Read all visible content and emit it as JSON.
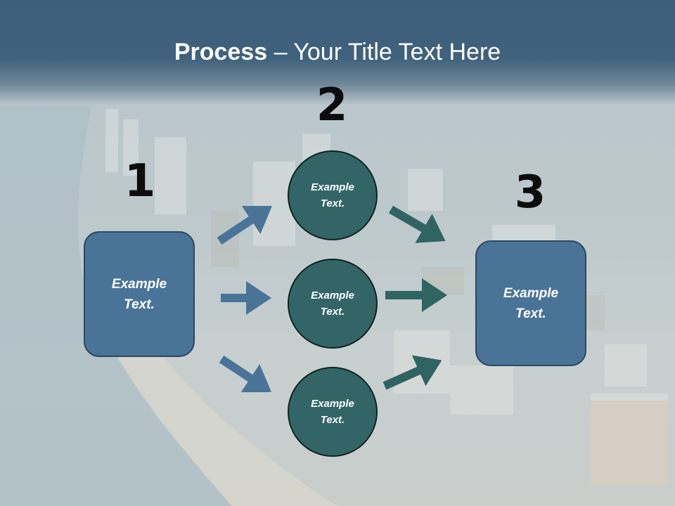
{
  "title": {
    "bold": "Process",
    "rest": " – Your Title Text Here"
  },
  "steps": {
    "one": {
      "number": "1",
      "box": [
        "Example",
        "Text."
      ]
    },
    "two": {
      "number": "2",
      "circles": [
        [
          "Example",
          "Text."
        ],
        [
          "Example",
          "Text."
        ],
        [
          "Example",
          "Text."
        ]
      ]
    },
    "three": {
      "number": "3",
      "box": [
        "Example",
        "Text."
      ]
    }
  },
  "colors": {
    "header": "#3f617c",
    "box_fill": "#4a7398",
    "circle_fill": "#336566",
    "arrow_blue": "#4a7398",
    "arrow_teal": "#2f6463"
  }
}
